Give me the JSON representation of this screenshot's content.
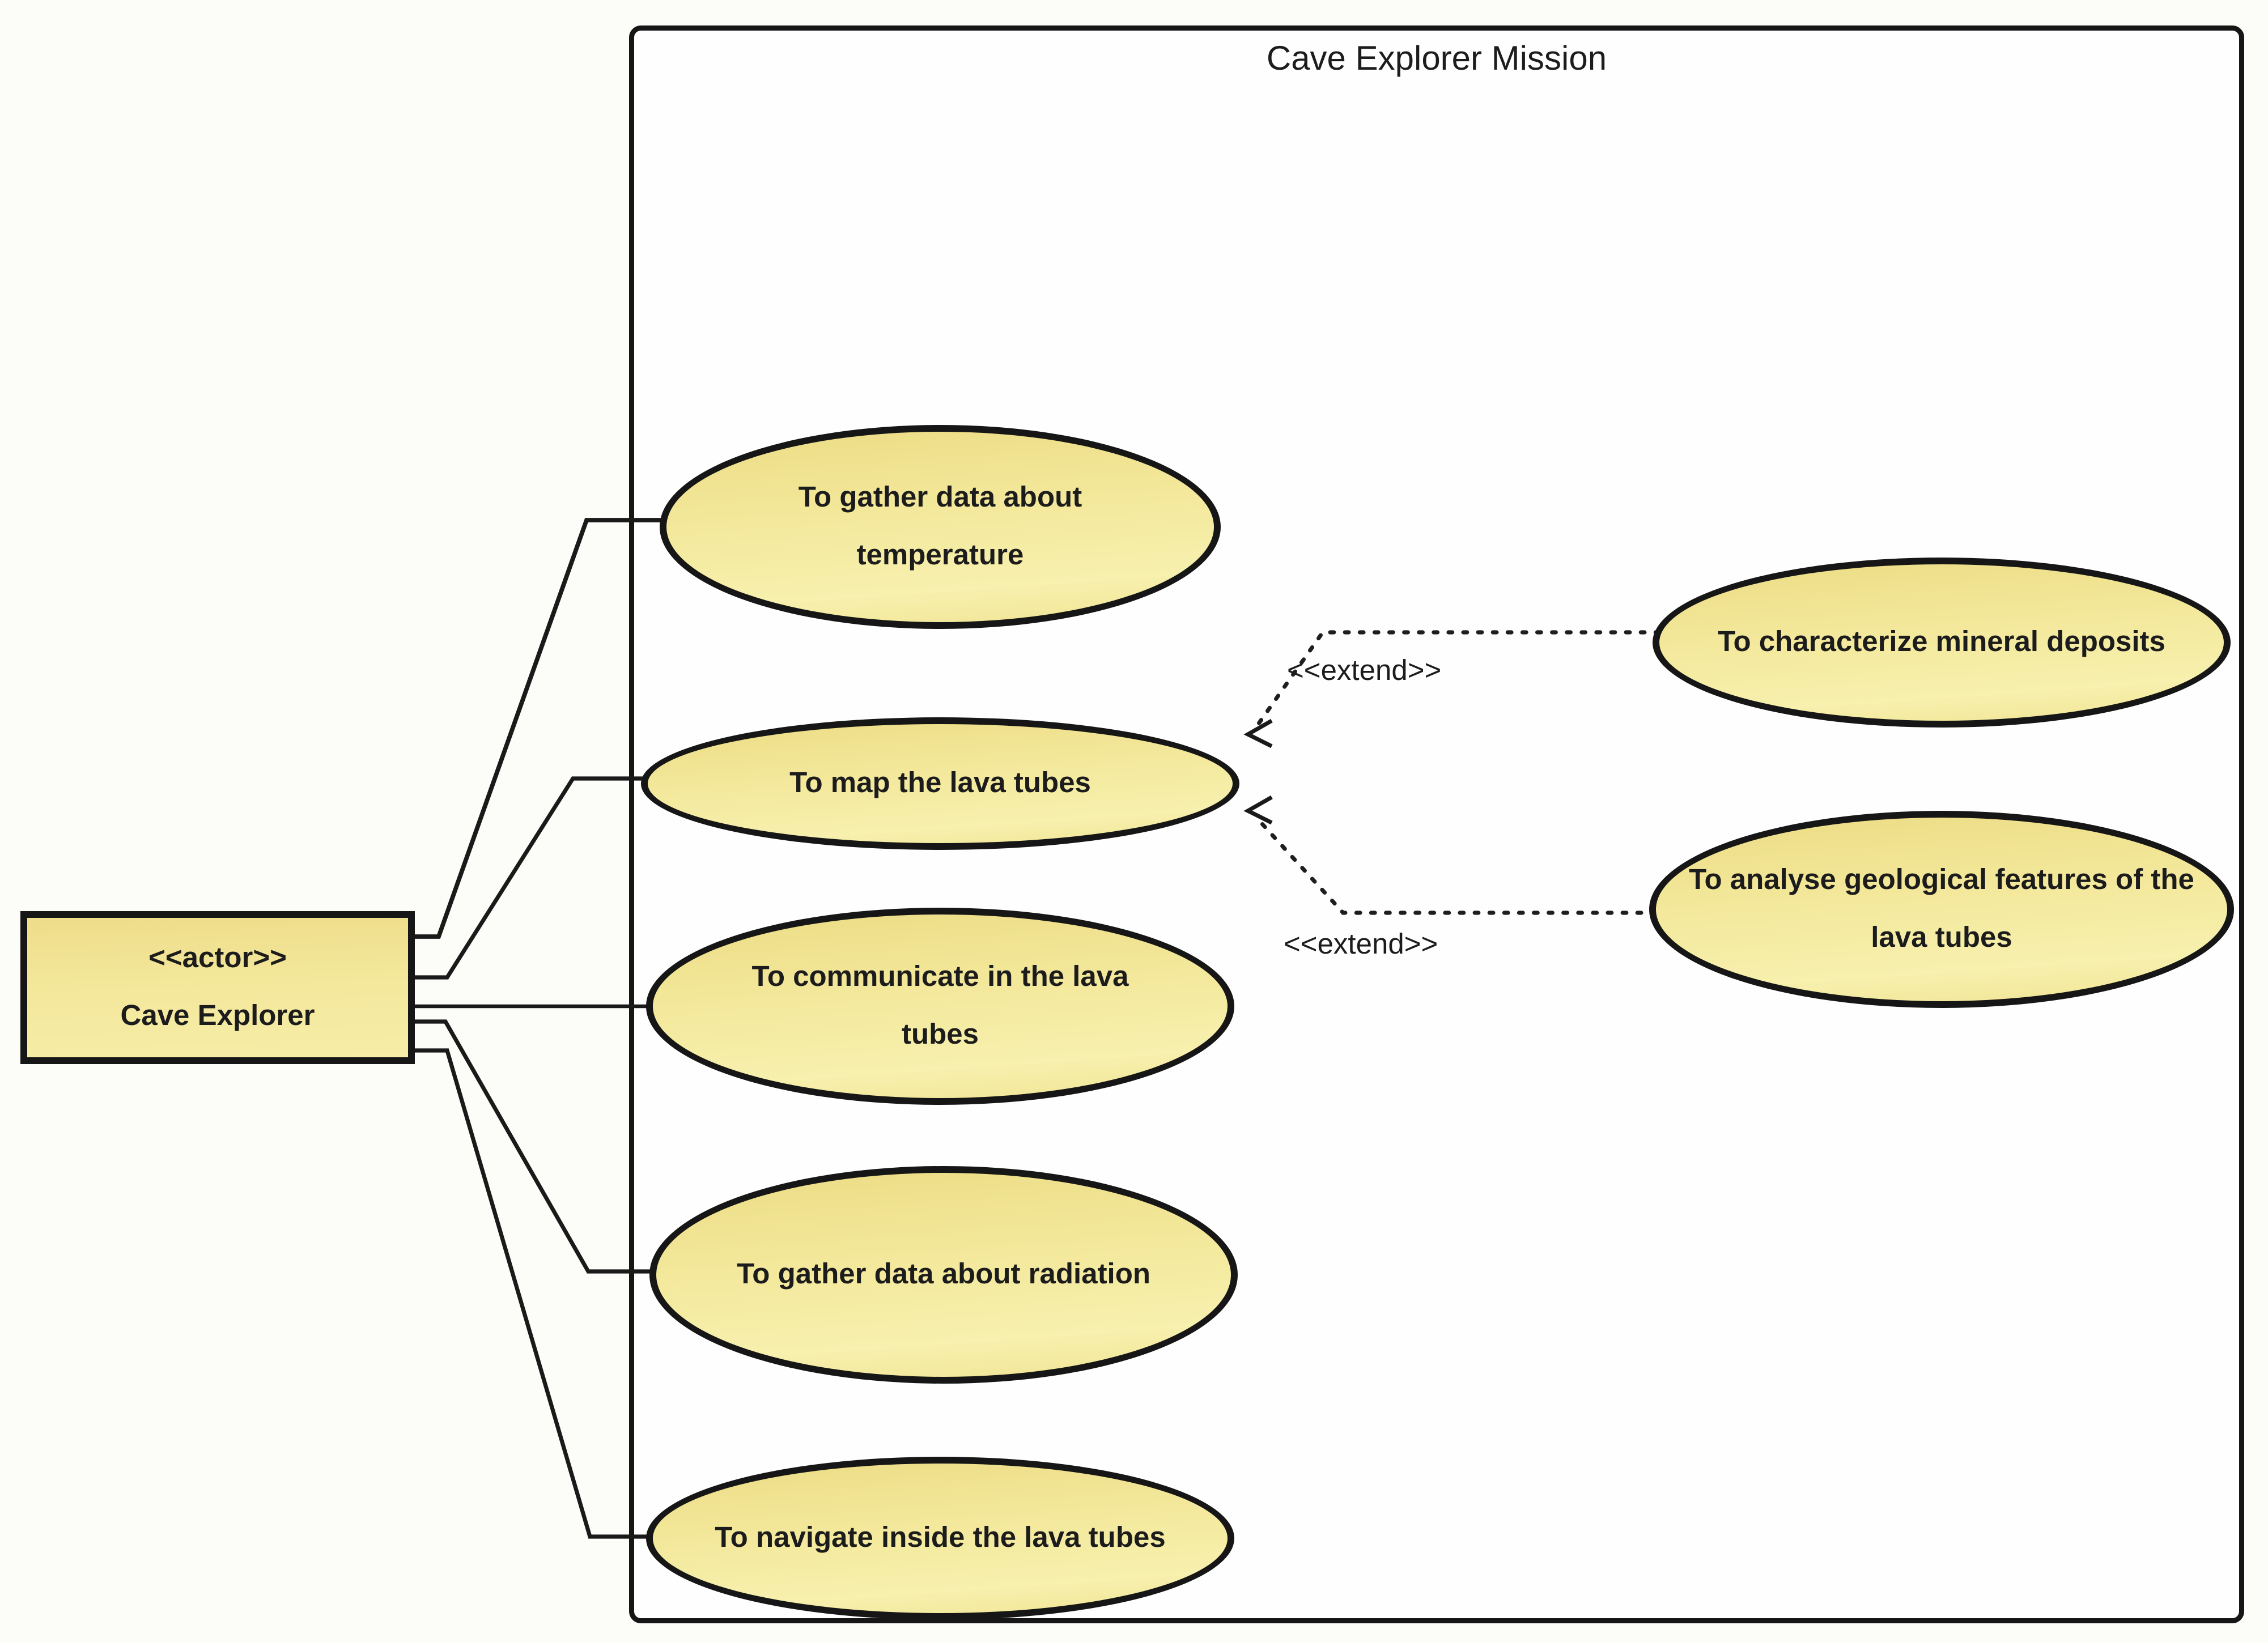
{
  "diagram": {
    "title": "Cave Explorer Mission",
    "actor": {
      "stereotype": "<<actor>>",
      "name": "Cave Explorer"
    },
    "use_cases": [
      "To gather data about temperature",
      "To map the lava tubes",
      "To communicate in the lava tubes",
      "To gather data about radiation",
      "To navigate inside the lava tubes",
      "To characterize mineral deposits",
      "To analyse geological features of the lava tubes"
    ],
    "relationships": {
      "associations": [
        {
          "from": "Cave Explorer",
          "to": "To gather data about temperature"
        },
        {
          "from": "Cave Explorer",
          "to": "To map the lava tubes"
        },
        {
          "from": "Cave Explorer",
          "to": "To communicate in the lava tubes"
        },
        {
          "from": "Cave Explorer",
          "to": "To gather data about radiation"
        },
        {
          "from": "Cave Explorer",
          "to": "To navigate inside the lava tubes"
        }
      ],
      "extends": [
        {
          "label": "<<extend>>",
          "from": "To characterize mineral deposits",
          "to": "To map the lava tubes"
        },
        {
          "label": "<<extend>>",
          "from": "To analyse geological features of the lava tubes",
          "to": "To map the lava tubes"
        }
      ]
    },
    "colors": {
      "shape_fill": "#f2e594",
      "shape_border": "#161616",
      "text": "#1c1c1c",
      "background": "#fcfcf9"
    }
  }
}
